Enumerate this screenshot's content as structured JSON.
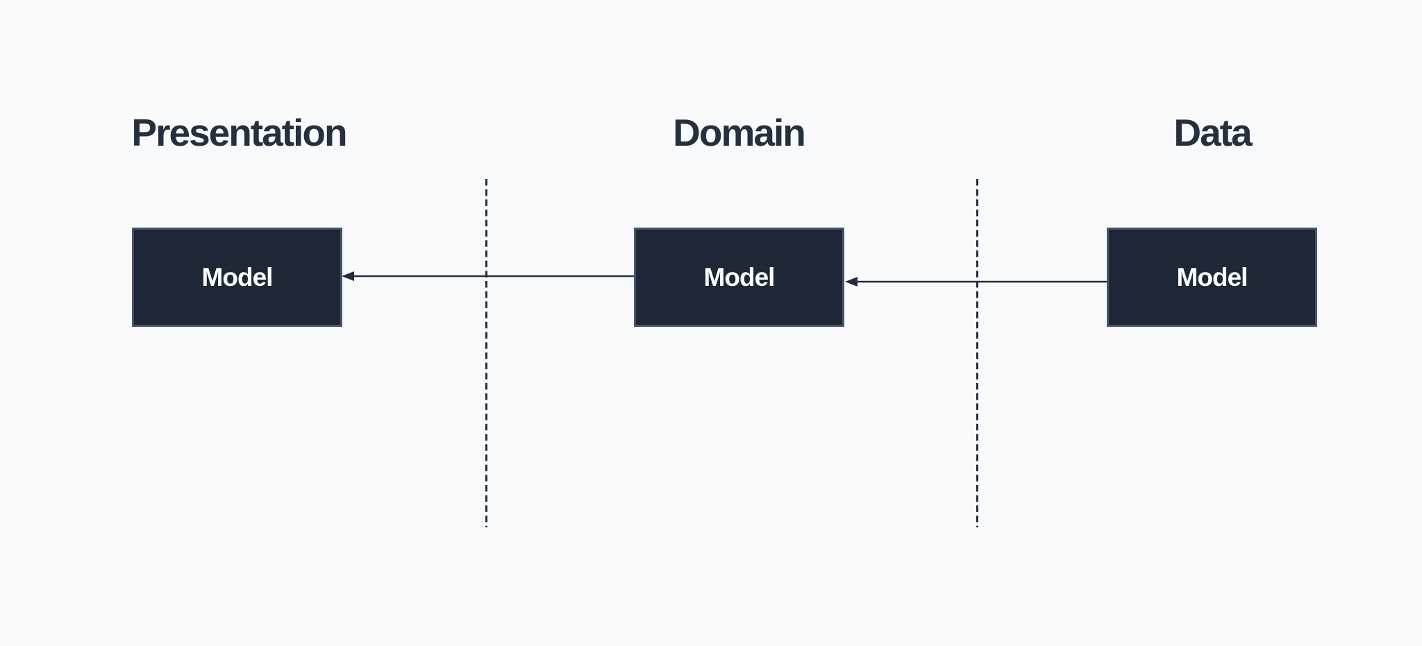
{
  "diagram_title": "",
  "columns": [
    {
      "id": "presentation",
      "title": "Presentation",
      "node_label": "Model"
    },
    {
      "id": "domain",
      "title": "Domain",
      "node_label": "Model"
    },
    {
      "id": "data",
      "title": "Data",
      "node_label": "Model"
    }
  ],
  "connectors": [
    {
      "name": "domain-model-to-presentation-model",
      "style": "solid-arrow",
      "direction": "points-left"
    },
    {
      "name": "data-model-to-domain-model",
      "style": "solid-arrow",
      "direction": "points-left"
    }
  ],
  "separators": [
    {
      "name": "presentation-domain-boundary",
      "style": "dashed-vertical"
    },
    {
      "name": "domain-data-boundary",
      "style": "dashed-vertical"
    }
  ],
  "colors": {
    "background": "#f9fafb",
    "node-fill": "#1d2736",
    "node-border": "#47536b",
    "node-text": "#ffffff",
    "title-text": "#25303f",
    "connector": "#222d40"
  }
}
